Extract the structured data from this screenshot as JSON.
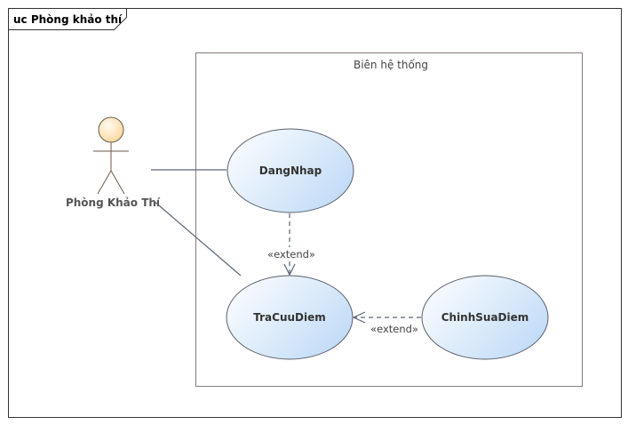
{
  "diagram": {
    "frame_title": "uc Phòng khảo thí",
    "boundary_label": "Biên hệ thống",
    "actor": {
      "name": "Phòng Khảo Thí"
    },
    "use_cases": {
      "dangnhap": "DangNhap",
      "tracuudiem": "TraCuuDiem",
      "chinhsuadiem": "ChinhSuaDiem"
    },
    "relations": {
      "extend_1": "«extend»",
      "extend_2": "«extend»"
    }
  },
  "colors": {
    "frame_border": "#333333",
    "boundary_border": "#8a7a7a",
    "line": "#5a6478",
    "usecase_border": "#5a5f6a",
    "usecase_fill_light": "#ffffff",
    "usecase_fill_dark": "#c4ddf7",
    "actor_fill": "#fde2b0"
  }
}
